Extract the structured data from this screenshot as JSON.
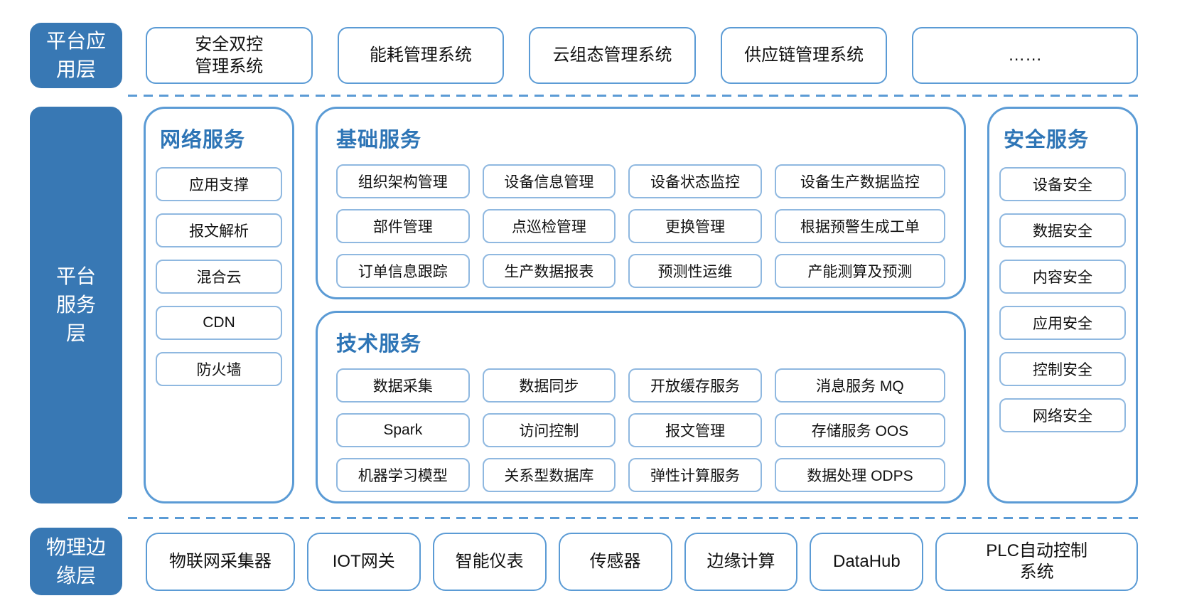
{
  "colors": {
    "label_fill": "#3878b4",
    "group_border": "#5b9bd5",
    "item_border": "#8fb8e0",
    "group_title_text": "#2e75b6",
    "divider": "#5b9bd5",
    "label_text": "#ffffff",
    "item_text": "#111111"
  },
  "app_layer": {
    "label": "平台应\n用层",
    "boxes": [
      "安全双控\n管理系统",
      "能耗管理系统",
      "云组态管理系统",
      "供应链管理系统",
      "……"
    ]
  },
  "service_layer": {
    "label": "平台\n服务\n层",
    "network": {
      "title": "网络服务",
      "items": [
        "应用支撑",
        "报文解析",
        "混合云",
        "CDN",
        "防火墙"
      ]
    },
    "basic": {
      "title": "基础服务",
      "items": [
        "组织架构管理",
        "设备信息管理",
        "设备状态监控",
        "设备生产数据监控",
        "部件管理",
        "点巡检管理",
        "更换管理",
        "根据预警生成工单",
        "订单信息跟踪",
        "生产数据报表",
        "预测性运维",
        "产能测算及预测"
      ]
    },
    "tech": {
      "title": "技术服务",
      "items": [
        "数据采集",
        "数据同步",
        "开放缓存服务",
        "消息服务 MQ",
        "Spark",
        "访问控制",
        "报文管理",
        "存储服务 OOS",
        "机器学习模型",
        "关系型数据库",
        "弹性计算服务",
        "数据处理 ODPS"
      ]
    },
    "security": {
      "title": "安全服务",
      "items": [
        "设备安全",
        "数据安全",
        "内容安全",
        "应用安全",
        "控制安全",
        "网络安全"
      ]
    }
  },
  "edge_layer": {
    "label": "物理边\n缘层",
    "boxes": [
      "物联网采集器",
      "IOT网关",
      "智能仪表",
      "传感器",
      "边缘计算",
      "DataHub",
      "PLC自动控制\n系统"
    ]
  }
}
